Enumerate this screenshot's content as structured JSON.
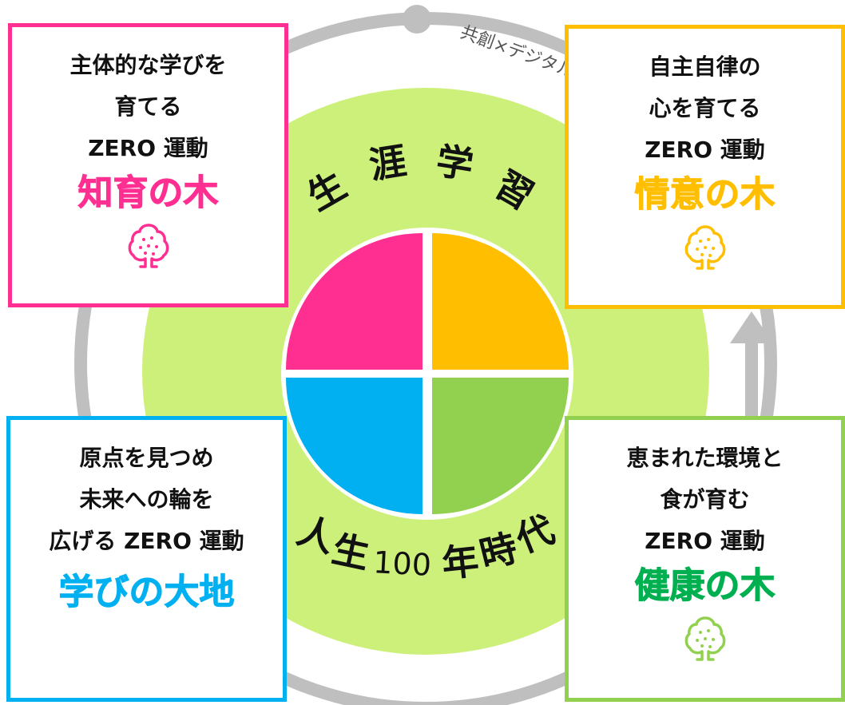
{
  "orbit_label": "共創×デジタル",
  "center_top_text": [
    "生",
    "涯",
    "学",
    "習"
  ],
  "center_bottom_text": [
    "人",
    "生",
    "100",
    "年",
    "時",
    "代"
  ],
  "colors": {
    "pink": "#ff2f92",
    "orange": "#ffbf00",
    "cyan": "#00b0f0",
    "green": "#92d050",
    "dark_green": "#00b050",
    "lime": "#ccf07a",
    "gray": "#bfbfbf"
  },
  "boxes": {
    "top_left": {
      "lines": [
        "主体的な学びを",
        "育てる",
        "ZERO 運動"
      ],
      "title": "知育の木",
      "icon": "tree-icon"
    },
    "top_right": {
      "lines": [
        "自主自律の",
        "心を育てる",
        "ZERO 運動"
      ],
      "title": "情意の木",
      "icon": "tree-icon"
    },
    "bottom_left": {
      "lines": [
        "原点を見つめ",
        "未来への輪を",
        "広げる ZERO 運動"
      ],
      "title": "学びの大地"
    },
    "bottom_right": {
      "lines": [
        "恵まれた環境と",
        "食が育む",
        "ZERO 運動"
      ],
      "title": "健康の木",
      "icon": "tree-icon"
    }
  }
}
